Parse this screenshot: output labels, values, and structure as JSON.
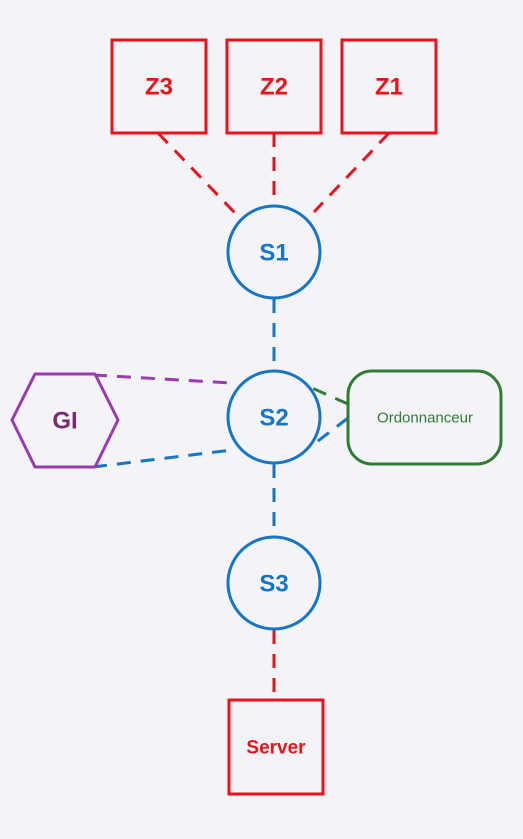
{
  "colors": {
    "background": "#f3f3f8",
    "red": "#e8121b",
    "blue": "#1576c9",
    "purple": "#9b3bb0",
    "purple_text": "#7a2a70",
    "green": "#2e7d32"
  },
  "nodes": {
    "z3": {
      "label": "Z3",
      "shape": "square"
    },
    "z2": {
      "label": "Z2",
      "shape": "square"
    },
    "z1": {
      "label": "Z1",
      "shape": "square"
    },
    "s1": {
      "label": "S1",
      "shape": "circle"
    },
    "s2": {
      "label": "S2",
      "shape": "circle"
    },
    "s3": {
      "label": "S3",
      "shape": "circle"
    },
    "gi": {
      "label": "GI",
      "shape": "hexagon"
    },
    "ordonnanceur": {
      "label": "Ordonnanceur",
      "shape": "rounded-rectangle"
    },
    "server": {
      "label": "Server",
      "shape": "square"
    }
  },
  "edges": [
    {
      "from": "z3",
      "to": "s1",
      "style": "dashed",
      "color": "red"
    },
    {
      "from": "z2",
      "to": "s1",
      "style": "dashed",
      "color": "red"
    },
    {
      "from": "z1",
      "to": "s1",
      "style": "dashed",
      "color": "red"
    },
    {
      "from": "s1",
      "to": "s2",
      "style": "dashed",
      "color": "blue"
    },
    {
      "from": "gi",
      "to": "s2",
      "style": "dashed",
      "color": "purple"
    },
    {
      "from": "gi",
      "to": "s2",
      "style": "dashed",
      "color": "blue"
    },
    {
      "from": "ordonnanceur",
      "to": "s2",
      "style": "dashed",
      "color": "green"
    },
    {
      "from": "ordonnanceur",
      "to": "s2",
      "style": "dashed",
      "color": "blue"
    },
    {
      "from": "s2",
      "to": "s3",
      "style": "dashed",
      "color": "blue"
    },
    {
      "from": "s3",
      "to": "server",
      "style": "dashed",
      "color": "red"
    }
  ]
}
